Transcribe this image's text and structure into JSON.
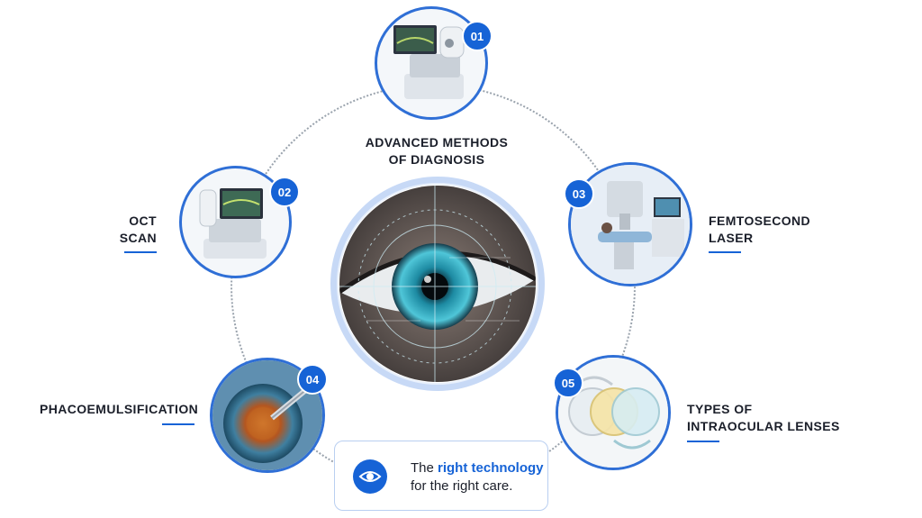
{
  "tagline": {
    "prefix": "The ",
    "accent": "right technology",
    "line2": "for the right care."
  },
  "items": [
    {
      "number": "01",
      "label_line1": "ADVANCED METHODS",
      "label_line2": "OF DIAGNOSIS",
      "icon": "diagnostic-device-icon"
    },
    {
      "number": "02",
      "label_line1": "OCT",
      "label_line2": "SCAN",
      "icon": "oct-scanner-icon"
    },
    {
      "number": "03",
      "label_line1": "FEMTOSECOND",
      "label_line2": "LASER",
      "icon": "laser-room-icon"
    },
    {
      "number": "04",
      "label_line1": "PHACOEMULSIFICATION",
      "label_line2": "",
      "icon": "phaco-eye-icon"
    },
    {
      "number": "05",
      "label_line1": "TYPES OF",
      "label_line2": "INTRAOCULAR LENSES",
      "icon": "intraocular-lens-icon"
    }
  ],
  "colors": {
    "accent": "#1663d6",
    "ring": "#c7d9f6",
    "orbit": "#9aa3ad"
  }
}
